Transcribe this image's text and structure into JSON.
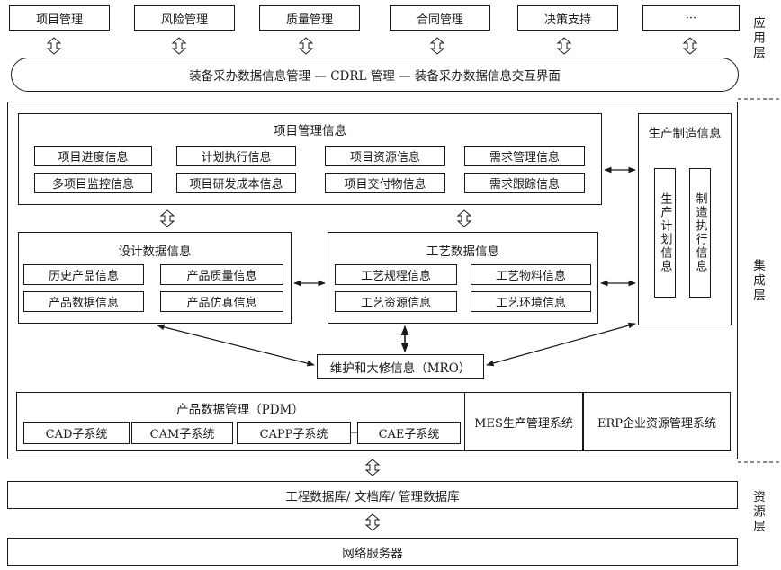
{
  "application_layer": {
    "modules": [
      "项目管理",
      "风险管理",
      "质量管理",
      "合同管理",
      "决策支持",
      "···"
    ],
    "interface_bar": "装备采办数据信息管理 — CDRL 管理 — 装备采办数据信息交互界面"
  },
  "integration_layer": {
    "project_info": {
      "title": "项目管理信息",
      "items": [
        "项目进度信息",
        "计划执行信息",
        "项目资源信息",
        "需求管理信息",
        "多项目监控信息",
        "项目研发成本信息",
        "项目交付物信息",
        "需求跟踪信息"
      ]
    },
    "production_info": {
      "title": "生产制造信息",
      "items": [
        "生产计划信息",
        "制造执行信息"
      ]
    },
    "design_info": {
      "title": "设计数据信息",
      "items": [
        "历史产品信息",
        "产品质量信息",
        "产品数据信息",
        "产品仿真信息"
      ]
    },
    "process_info": {
      "title": "工艺数据信息",
      "items": [
        "工艺规程信息",
        "工艺物料信息",
        "工艺资源信息",
        "工艺环境信息"
      ]
    },
    "mro": "维护和大修信息（MRO）",
    "pdm": {
      "title": "产品数据管理（PDM）",
      "subsystems": [
        "CAD子系统",
        "CAM子系统",
        "CAPP子系统",
        "CAE子系统"
      ]
    },
    "mes": "MES生产管理系统",
    "erp": "ERP企业资源管理系统"
  },
  "resource_layer": {
    "database": "工程数据库/ 文档库/ 管理数据库",
    "network": "网络服务器"
  },
  "layer_labels": [
    "应用层",
    "集成层",
    "资源层"
  ]
}
